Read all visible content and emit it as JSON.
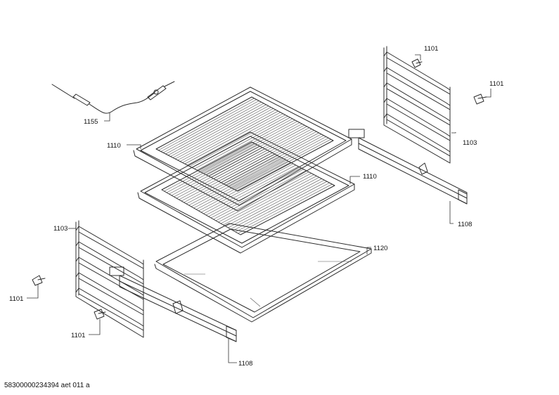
{
  "callouts": {
    "c1101_top": "1101",
    "c1101_right": "1101",
    "c1101_left": "1101",
    "c1101_bottom": "1101",
    "c1155": "1155",
    "c1110_upper": "1110",
    "c1110_lower": "1110",
    "c1103_right": "1103",
    "c1103_left": "1103",
    "c1108_right": "1108",
    "c1108_left": "1108",
    "c1120": "1120"
  },
  "document_id": "58300000234394 aet 011 a"
}
